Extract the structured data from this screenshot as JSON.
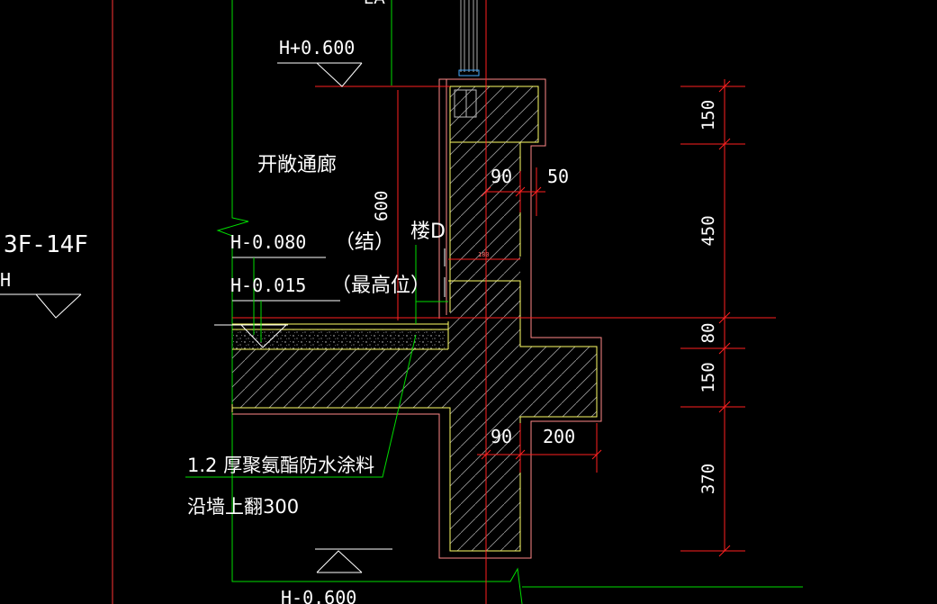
{
  "colors": {
    "background": "#000000",
    "structure": "#ffff66",
    "outline_red": "#ff3333",
    "outline_pink": "#ff8888",
    "leader_green": "#00dd00",
    "text": "#ffffff",
    "dimension_red": "#ff2020",
    "hatch": "#aaaaaa"
  },
  "labels": {
    "level_top": "H+0.600",
    "level_bottom": "H-0.600",
    "floor_range": "3F-14F",
    "floor_h": "H",
    "level_structural": "H-0.080",
    "tag_structural": "（结）",
    "level_highest": "H-0.015",
    "tag_highest": "（最高位）",
    "open_corridor": "开敞通廊",
    "stair_tag": "楼D",
    "dim_vertical_600": "600",
    "waterproof_note": "1.2 厚聚氨酯防水涂料",
    "waterproof_note_2": "沿墙上翻300",
    "partial_top": "EA"
  },
  "dimensions": {
    "right_chain": [
      "150",
      "450",
      "80",
      "150",
      "370"
    ],
    "width_upper_90": "90",
    "width_upper_50": "50",
    "width_lower_90": "90",
    "width_lower_200": "200",
    "small_mark": "180"
  }
}
